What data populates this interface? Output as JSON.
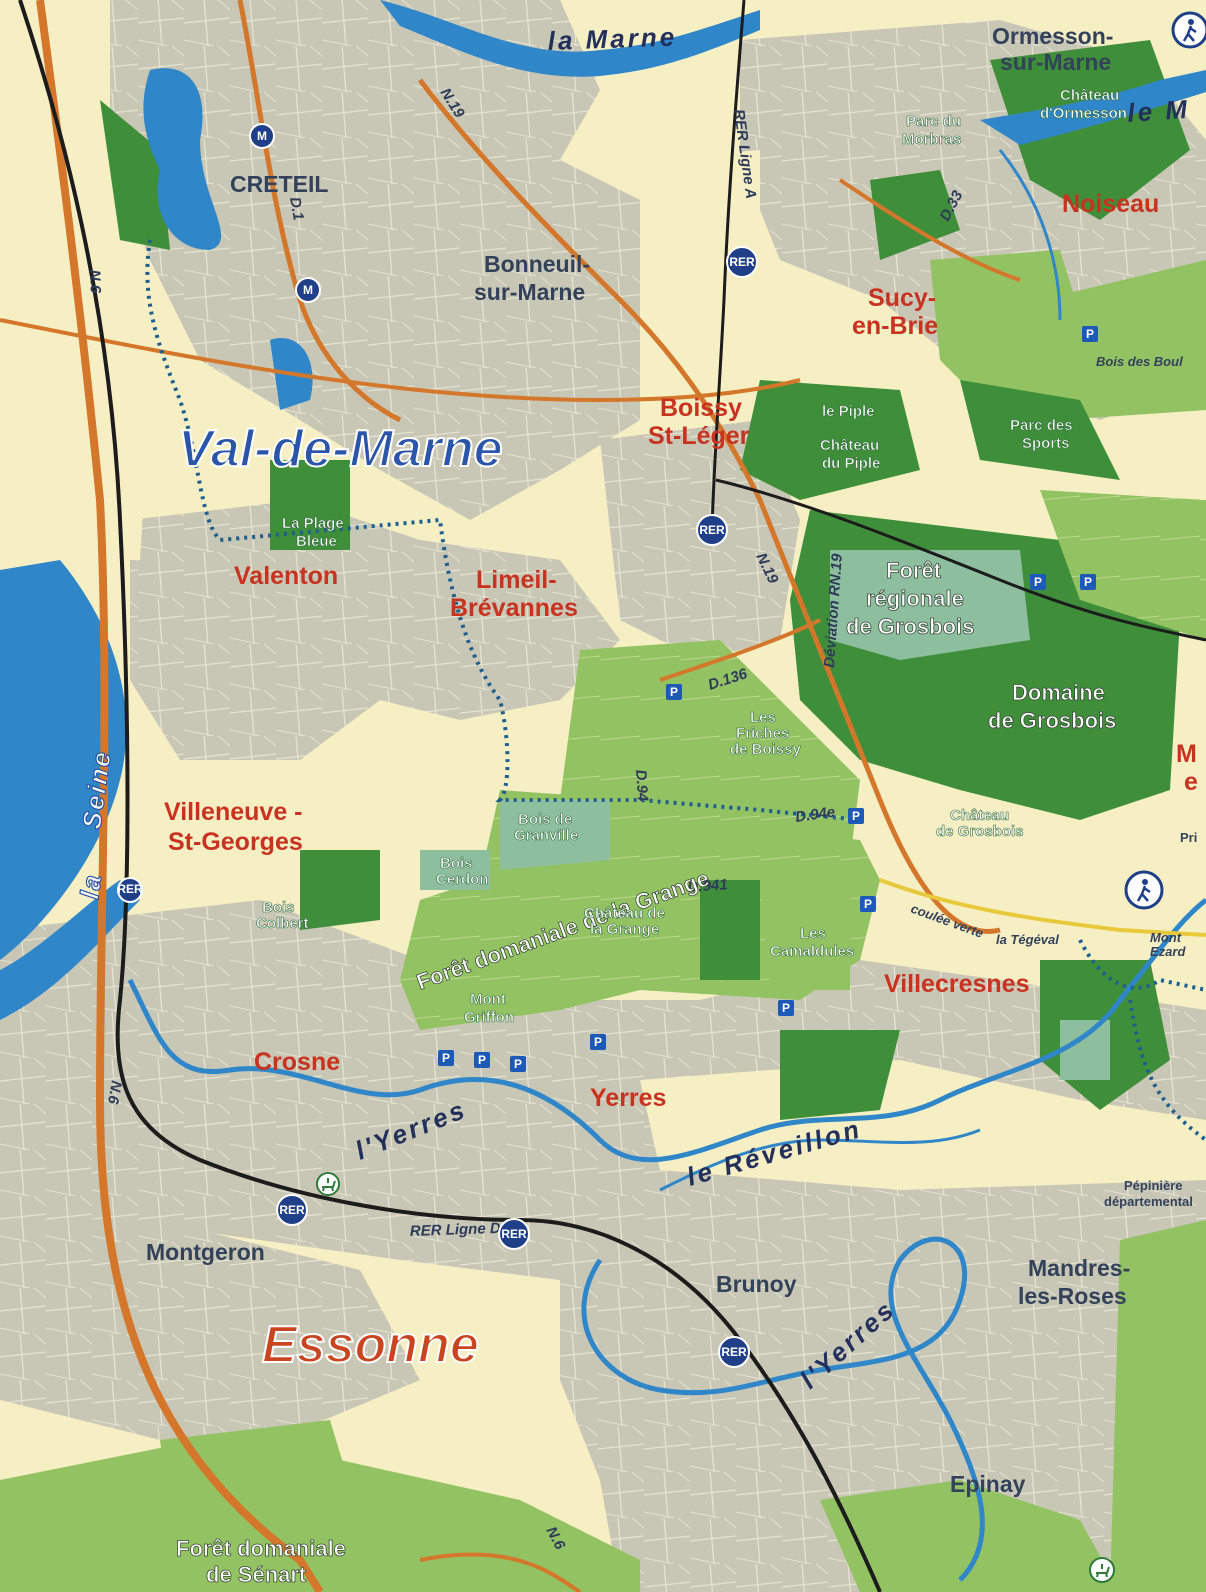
{
  "colors": {
    "urban": "#c8c6b5",
    "open": "#f6efc4",
    "forest_dark": "#3f8f3a",
    "forest_light": "#93c262",
    "forest_teal": "#8dbf9f",
    "water": "#2f86c9",
    "road_orange": "#d4772a",
    "rail": "#1c1c1c",
    "route_dotted": "#1f5f8f",
    "town_red": "#c8321f",
    "town_dark": "#33425a",
    "rer_badge": "#1f3f88",
    "parking": "#1d59b7"
  },
  "rivers": {
    "marne": "la Marne",
    "seine_1": "la",
    "seine_2": "Seine",
    "yerres_1": "l'Yerres",
    "yerres_2": "l'Yerres",
    "reveillon": "le Réveillon",
    "marne_right": "le M"
  },
  "departments": {
    "val_de_marne": "Val-de-Marne",
    "essonne": "Essonne"
  },
  "towns": {
    "creteil": "CRETEIL",
    "bonneuil_1": "Bonneuil-",
    "bonneuil_2": "sur-Marne",
    "ormesson_1": "Ormesson-",
    "ormesson_2": "sur-Marne",
    "noiseau": "Noiseau",
    "sucy_1": "Sucy-",
    "sucy_2": "en-Brie",
    "boissy_1": "Boissy",
    "boissy_2": "St-Léger",
    "valenton": "Valenton",
    "limeil_1": "Limeil-",
    "limeil_2": "Brévannes",
    "villeneuve_1": "Villeneuve -",
    "villeneuve_2": "St-Georges",
    "crosne": "Crosne",
    "yerres": "Yerres",
    "villecresnes": "Villecresnes",
    "montgeron": "Montgeron",
    "brunoy": "Brunoy",
    "mandres_1": "Mandres-",
    "mandres_2": "les-Roses",
    "epinay": "Epinay",
    "m_e_1": "M",
    "m_e_2": "e"
  },
  "places": {
    "chateau_ormesson_1": "Château",
    "chateau_ormesson_2": "d'Ormesson",
    "parc_morbras_1": "Parc du",
    "parc_morbras_2": "Morbras",
    "bois_boul": "Bois des Boul",
    "le_piple": "le Piple",
    "chateau_piple_1": "Château",
    "chateau_piple_2": "du Piple",
    "parc_sports_1": "Parc des",
    "parc_sports_2": "Sports",
    "plage_bleue_1": "La Plage",
    "plage_bleue_2": "Bleue",
    "foret_grosbois_1": "Forêt",
    "foret_grosbois_2": "régionale",
    "foret_grosbois_3": "de Grosbois",
    "domaine_grosbois_1": "Domaine",
    "domaine_grosbois_2": "de Grosbois",
    "friches_1": "Les",
    "friches_2": "Friches",
    "friches_3": "de Boissy",
    "chateau_grosbois_1": "Château",
    "chateau_grosbois_2": "de Grosbois",
    "pri": "Pri",
    "bois_granville_1": "Bois de",
    "bois_granville_2": "Granville",
    "bois_cerdon_1": "Bois",
    "bois_cerdon_2": "Cerdon",
    "bois_colbert_1": "Bois",
    "bois_colbert_2": "Colbert",
    "foret_grange": "Forêt domaniale de la Grange",
    "chateau_grange_1": "Château de",
    "chateau_grange_2": "la Grange",
    "camaldules_1": "Les",
    "camaldules_2": "Camaldules",
    "mont_griffon_1": "Mont",
    "mont_griffon_2": "Griffon",
    "mont_ezard_1": "Mont",
    "mont_ezard_2": "Ezard",
    "coulee_verte": "coulée verte",
    "tegeval": "la Tégéval",
    "pepiniere_1": "Pépinière",
    "pepiniere_2": "départemental",
    "foret_senart_1": "Forêt domaniale",
    "foret_senart_2": "de Sénart"
  },
  "roads": {
    "n19_top": "N.19",
    "d1": "D.1",
    "rer_ligne_a": "RER Ligne A",
    "d33": "D.33",
    "n6_left": "N.6",
    "n19_mid": "N.19",
    "deviation": "Déviation RN.19",
    "d136": "D.136",
    "d94": "D.94",
    "d94e": "D.94e",
    "d941": "D.941",
    "n6_bottom_left": "N.6",
    "rer_ligne_d": "RER Ligne D",
    "n6_bottom": "N.6"
  },
  "badges": {
    "rer": "RER",
    "metro": "M",
    "parking": "P"
  },
  "icons": {
    "hiker": "hiker-icon",
    "rider": "horse-rider-icon"
  }
}
